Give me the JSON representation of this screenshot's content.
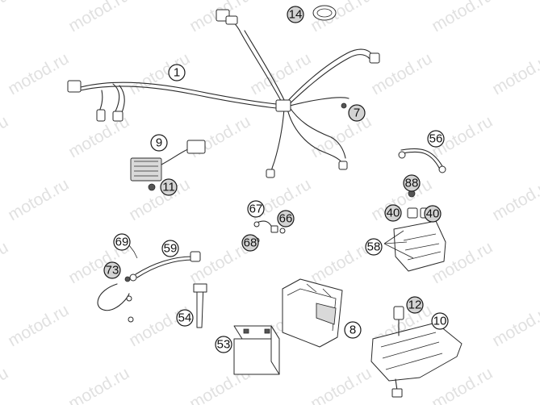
{
  "watermark": "motod.ru",
  "callouts": [
    {
      "id": "c1",
      "label": "1",
      "gray": false
    },
    {
      "id": "c7",
      "label": "7",
      "gray": true
    },
    {
      "id": "c8",
      "label": "8",
      "gray": false
    },
    {
      "id": "c9",
      "label": "9",
      "gray": false
    },
    {
      "id": "c10",
      "label": "10",
      "gray": false
    },
    {
      "id": "c11",
      "label": "11",
      "gray": true
    },
    {
      "id": "c12",
      "label": "12",
      "gray": true
    },
    {
      "id": "c14",
      "label": "14",
      "gray": true
    },
    {
      "id": "c40a",
      "label": "40",
      "gray": true
    },
    {
      "id": "c40b",
      "label": "40",
      "gray": true
    },
    {
      "id": "c53",
      "label": "53",
      "gray": false
    },
    {
      "id": "c54",
      "label": "54",
      "gray": false
    },
    {
      "id": "c56",
      "label": "56",
      "gray": false
    },
    {
      "id": "c58",
      "label": "58",
      "gray": false
    },
    {
      "id": "c59",
      "label": "59",
      "gray": false
    },
    {
      "id": "c66",
      "label": "66",
      "gray": true
    },
    {
      "id": "c67",
      "label": "67",
      "gray": false
    },
    {
      "id": "c68",
      "label": "68",
      "gray": true
    },
    {
      "id": "c69",
      "label": "69",
      "gray": false
    },
    {
      "id": "c73",
      "label": "73",
      "gray": true
    },
    {
      "id": "c88",
      "label": "88",
      "gray": true
    }
  ]
}
